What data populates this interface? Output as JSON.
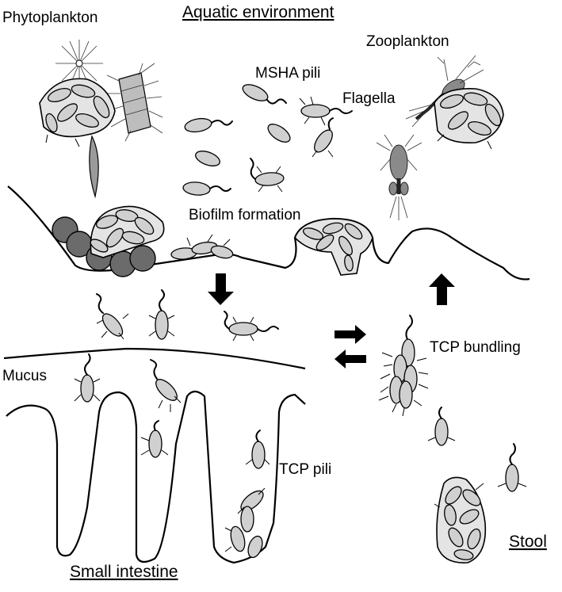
{
  "labels": {
    "aquatic_environment": "Aquatic environment",
    "phytoplankton": "Phytoplankton",
    "zooplankton": "Zooplankton",
    "msha_pili": "MSHA pili",
    "flagella": "Flagella",
    "biofilm_formation": "Biofilm formation",
    "mucus": "Mucus",
    "tcp_bundling": "TCP bundling",
    "tcp_pili": "TCP pili",
    "small_intestine": "Small intestine",
    "stool": "Stool"
  },
  "colors": {
    "cell_fill": "#d0d0d0",
    "particle_fill": "#6b6b6b",
    "line": "#000000"
  }
}
